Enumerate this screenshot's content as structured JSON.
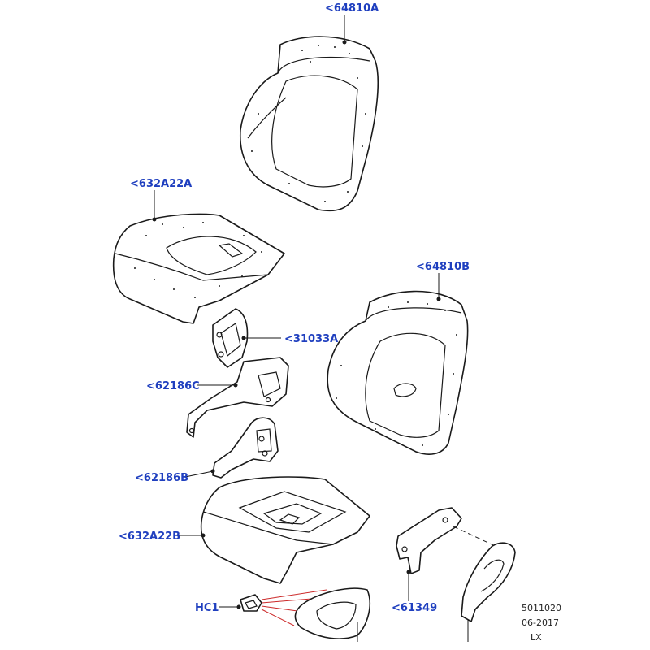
{
  "callouts": {
    "c64810a": "<64810A",
    "c632a22a": "<632A22A",
    "c64810b": "<64810B",
    "c31033a": "<31033A",
    "c62186c": "<62186C",
    "c62186b": "<62186B",
    "c632a22b": "<632A22B",
    "hc1": "HC1",
    "c61349": "<61349"
  },
  "footer": {
    "drawing_number": "5011020",
    "date": "06-2017",
    "code": "LX"
  },
  "colors": {
    "callout_text": "#1f3fbf",
    "linework": "#1a1a1a",
    "reference_lines": "#cc2a2a"
  }
}
